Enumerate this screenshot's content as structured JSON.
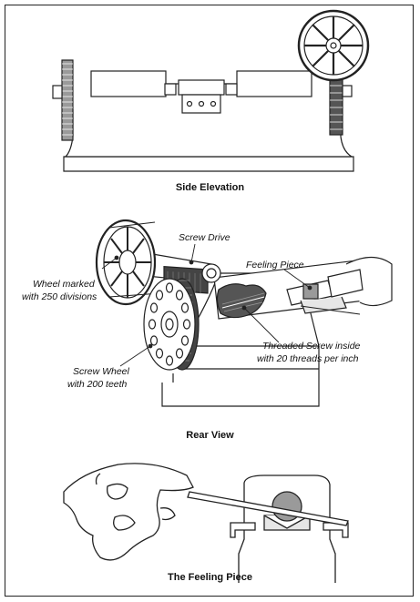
{
  "captions": {
    "side": "Side Elevation",
    "rear": "Rear View",
    "feeling": "The Feeling Piece"
  },
  "labels": {
    "screw_drive": "Screw Drive",
    "feeling_piece": "Feeling Piece",
    "wheel_marked_1": "Wheel marked",
    "wheel_marked_2": "with 250 divisions",
    "threaded_1": "Threaded Screw inside",
    "threaded_2": "with 20 threads per inch",
    "screw_wheel_1": "Screw Wheel",
    "screw_wheel_2": "with 200 teeth"
  },
  "colors": {
    "line": "#222222",
    "dark_fill": "#555555",
    "mid_fill": "#9a9a9a",
    "light_fill": "#e6e6e6"
  }
}
